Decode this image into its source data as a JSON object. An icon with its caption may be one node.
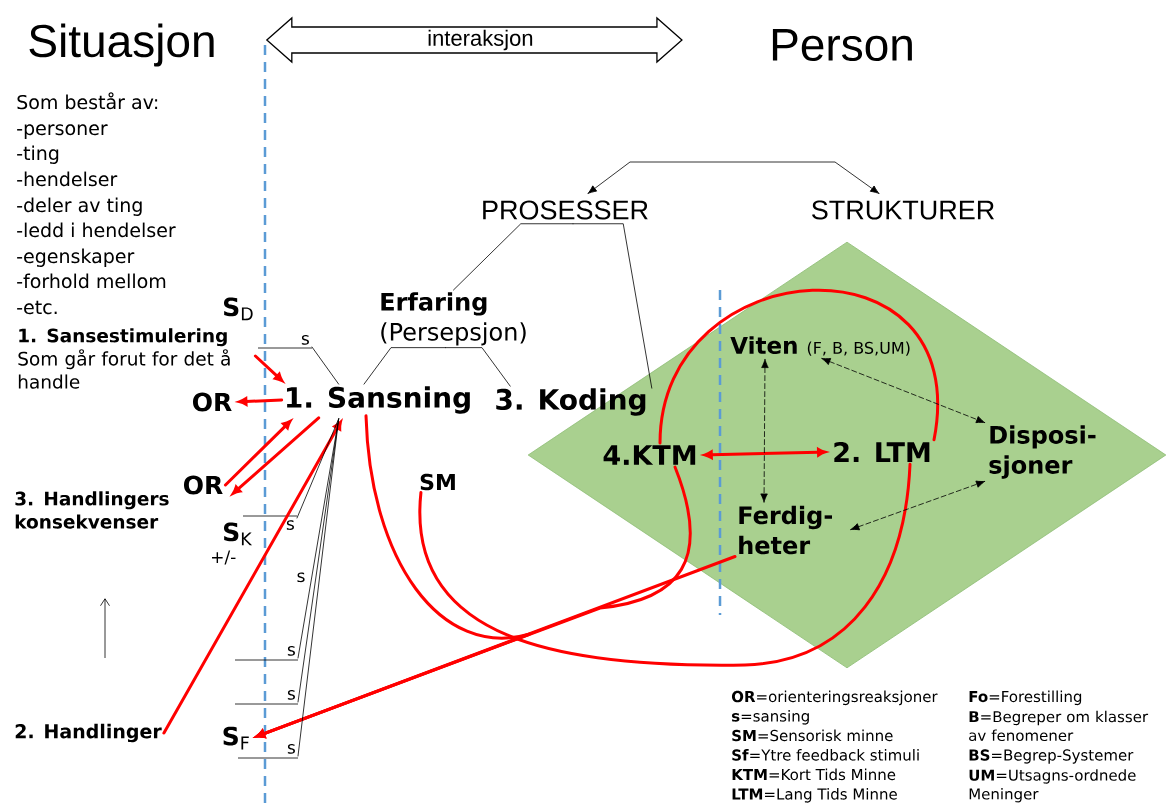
{
  "diagram": {
    "nodes": [
      {
        "text": [
          "Situasjon"
        ]
      },
      {
        "text": [
          "Person"
        ]
      },
      {
        "text": [
          "1. Sansestimulering",
          "Som går forut for det å handle"
        ]
      },
      {
        "text": [
          "OR"
        ]
      },
      {
        "text": [
          "1. Sansning"
        ]
      },
      {
        "text": [
          "Erfaring",
          "(Persepsjon)"
        ]
      },
      {
        "text": [
          "3. Koding"
        ]
      },
      {
        "text": [
          "PROSESSER"
        ]
      },
      {
        "text": [
          "STRUKTURER"
        ]
      },
      {
        "text": [],
        "shape": "diamond"
      },
      {
        "text": [
          "4.KTM"
        ],
        "in": 9
      },
      {
        "text": [
          "2. LTM"
        ],
        "in": 9
      },
      {
        "text": [
          "Viten",
          "(F, B, BS,UM)"
        ],
        "in": 9
      },
      {
        "text": [
          "Disposi- sjoner"
        ],
        "in": 9
      },
      {
        "text": [
          "Ferdig- heter"
        ],
        "in": 9
      },
      {
        "text": [
          "SM"
        ]
      },
      {
        "text": [
          "OR"
        ]
      },
      {
        "text": [
          "3. Handlingers konsekvenser"
        ]
      },
      {
        "text": [
          "2. Handlinger"
        ]
      },
      {
        "text": [
          "**S**$_{F}$"
        ]
      },
      {
        "text": [
          "s"
        ]
      },
      {
        "text": [
          "s"
        ]
      },
      {
        "text": [
          "s"
        ]
      },
      {
        "text": [
          "s"
        ]
      },
      {
        "text": [
          "s"
        ]
      }
    ],
    "edges": [
      {
        "from": 0,
        "to": 1,
        "arrow": "both",
        "label": "interaksjon"
      },
      {
        "from": 7,
        "to": 8,
        "arrow": "both"
      },
      {
        "from": 7,
        "to": 5,
        "arrow": "none"
      },
      {
        "from": 7,
        "to": 6,
        "arrow": "none"
      },
      {
        "from": 5,
        "to": 4,
        "arrow": "none"
      },
      {
        "from": 5,
        "to": 6,
        "arrow": "none"
      },
      {
        "from": 2,
        "to": 4,
        "arrow": "to",
        "style": "thick",
        "color": "#ff0000"
      },
      {
        "from": 4,
        "to": 3,
        "arrow": "to",
        "style": "thick",
        "color": "#ff0000"
      },
      {
        "from": 16,
        "to": 4,
        "arrow": "to",
        "style": "thick",
        "color": "#ff0000"
      },
      {
        "from": 4,
        "to": 16,
        "arrow": "to",
        "style": "thick",
        "color": "#ff0000"
      },
      {
        "from": 18,
        "to": 4,
        "arrow": "to",
        "style": "thick",
        "color": "#ff0000"
      },
      {
        "from": 14,
        "to": 19,
        "arrow": "to",
        "style": "thick",
        "color": "#ff0000"
      },
      {
        "from": 10,
        "to": 19,
        "arrow": "to",
        "style": "thick",
        "color": "#ff0000"
      },
      {
        "from": 4,
        "to": 19,
        "arrow": "to",
        "style": "thick",
        "color": "#ff0000"
      },
      {
        "from": 15,
        "to": 11,
        "arrow": "none",
        "style": "thick",
        "color": "#ff0000"
      },
      {
        "from": 10,
        "to": 11,
        "arrow": "none",
        "style": "thick",
        "color": "#ff0000"
      },
      {
        "from": 10,
        "to": 11,
        "arrow": "both",
        "style": "thick",
        "color": "#ff0000"
      },
      {
        "from": 12,
        "to": 13,
        "arrow": "both",
        "style": "dashed"
      },
      {
        "from": 14,
        "to": 13,
        "arrow": "both",
        "style": "dashed"
      },
      {
        "from": 12,
        "to": 14,
        "arrow": "both",
        "style": "dashed"
      },
      {
        "from": 20,
        "to": 4,
        "arrow": "none"
      },
      {
        "from": 21,
        "to": 4,
        "arrow": "none"
      },
      {
        "from": 22,
        "to": 4,
        "arrow": "none"
      },
      {
        "from": 23,
        "to": 4,
        "arrow": "none"
      },
      {
        "from": 24,
        "to": 4,
        "arrow": "none"
      }
    ],
    "labels": [
      "Som består av:",
      "-personer",
      "-ting",
      "-hendelser",
      "-deler av ting",
      "-ledd i hendelser",
      "-egenskaper",
      "-forhold mellom",
      "-etc.",
      "**S**$_{D}$",
      "**S**$_{K}$",
      "+/-",
      "s",
      "**OR**=orienteringsreaksjoner",
      "**s**=sansing",
      "**SM**=Sensorisk minne",
      "**Sf**=Ytre feedback stimuli",
      "**KTM**=Kort Tids Minne",
      "**LTM**=Lang Tids Minne",
      "**Fo**=Forestilling",
      "**B**=Begreper om klasser av fenomener",
      "**BS**=Begrep-Systemer",
      "**UM**=Utsagns-ordnede Meninger"
    ]
  }
}
